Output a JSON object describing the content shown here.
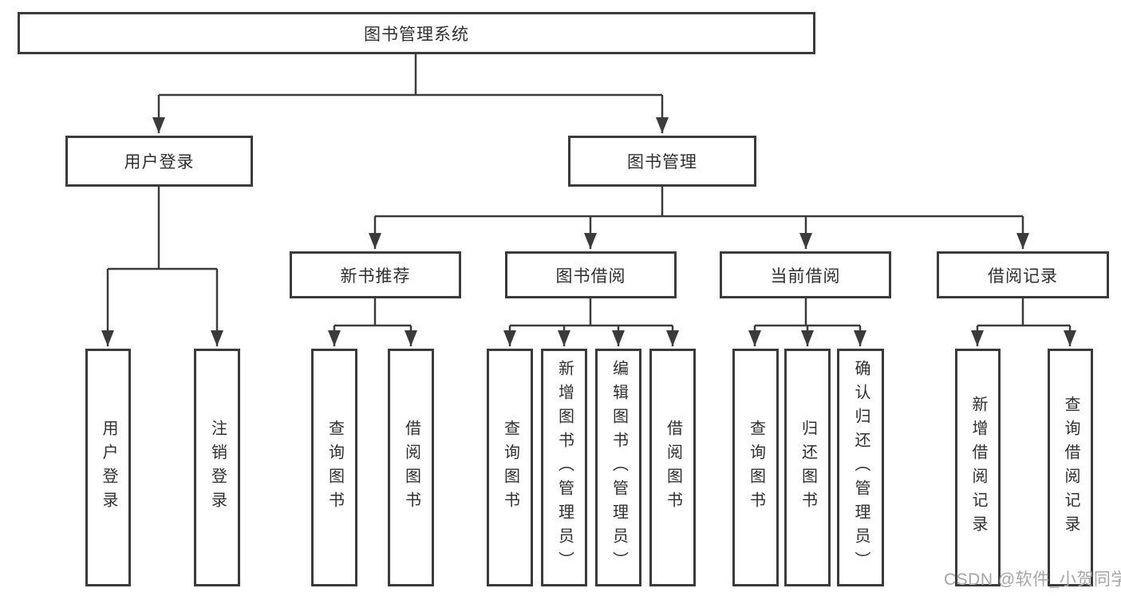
{
  "diagram": {
    "title_box": "图书管理系统",
    "level2": {
      "user_login": "用户登录",
      "book_mgmt": "图书管理"
    },
    "level3": {
      "new_books": "新书推荐",
      "book_borrow": "图书借阅",
      "current_borrow": "当前借阅",
      "borrow_records": "借阅记录"
    },
    "leaves": {
      "user_login": [
        "用户登录",
        "注销登录"
      ],
      "new_books": [
        "查询图书",
        "借阅图书"
      ],
      "book_borrow": [
        "查询图书",
        "新增图书（管理员）",
        "编辑图书（管理员）",
        "借阅图书"
      ],
      "current_borrow": [
        "查询图书",
        "归还图书",
        "确认归还（管理员）"
      ],
      "borrow_records": [
        "新增借阅记录",
        "查询借阅记录"
      ]
    }
  },
  "watermark": "CSDN @软件_小贺同学",
  "colors": {
    "line": "#3b3b3b",
    "text": "#2f2f2f",
    "background": "#ffffff",
    "watermark": "#a6a6a6"
  }
}
